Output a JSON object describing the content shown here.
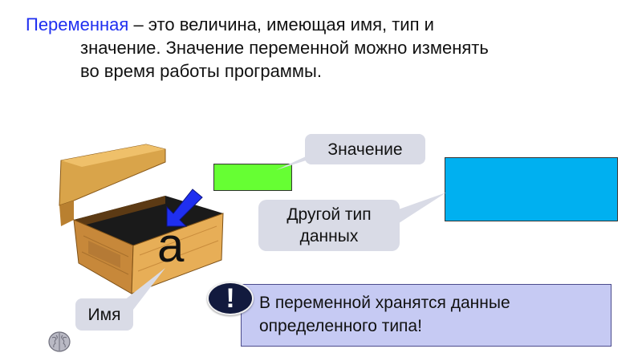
{
  "definition": {
    "term": "Переменная",
    "line1_rest": " – это величина, имеющая имя, тип и",
    "line2": "значение. Значение переменной можно изменять",
    "line3": "во время работы программы."
  },
  "illustration": {
    "variable_letter": "a",
    "box_icon": "wooden-box-icon",
    "arrow_icon": "blue-arrow-icon"
  },
  "labels": {
    "value": "Значение",
    "other_type_line1": "Другой тип",
    "other_type_line2": "данных",
    "name": "Имя"
  },
  "note": {
    "icon_symbol": "!",
    "line1": "В переменной хранятся данные",
    "line2": "определенного типа!"
  },
  "colors": {
    "term": "#1f2ff0",
    "value_rect": "#66ff33",
    "other_type_rect": "#00b0f0",
    "note_background": "#c6caf3",
    "alert_badge": "#121a3e"
  },
  "footer_icon": "brain-icon"
}
